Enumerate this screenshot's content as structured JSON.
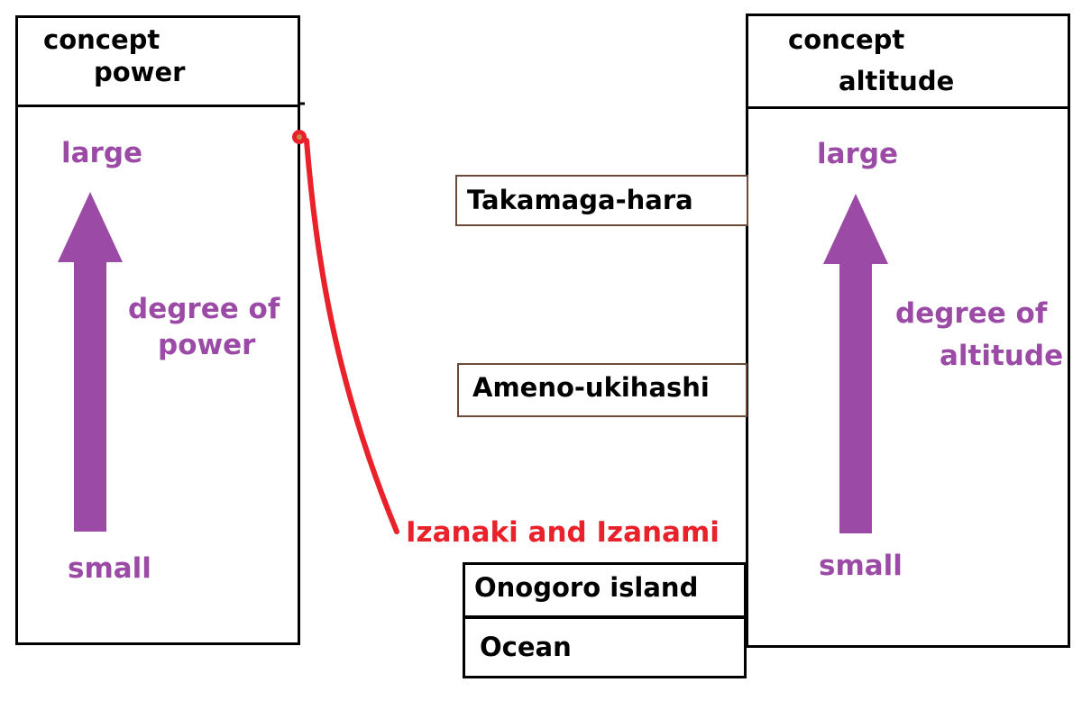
{
  "colors": {
    "accent_purple": "#9b4aa6",
    "accent_red": "#e8212a",
    "border_black": "#000000",
    "label_border": "#6b4a3a"
  },
  "power_panel": {
    "header_line1": "concept",
    "header_line2": "power",
    "top_label": "large",
    "axis_line1": "degree of",
    "axis_line2": "power",
    "bottom_label": "small",
    "arrow_icon": "up-arrow-icon"
  },
  "altitude_panel": {
    "header_line1": "concept",
    "header_line2": "altitude",
    "top_label": "large",
    "axis_line1": "degree of",
    "axis_line2": "altitude",
    "bottom_label": "small",
    "arrow_icon": "up-arrow-icon"
  },
  "levels": {
    "takamaga": "Takamaga-hara",
    "ameno": "Ameno-ukihashi",
    "izanaki": "Izanaki and Izanami",
    "onogoro": "Onogoro island",
    "ocean": "Ocean"
  }
}
